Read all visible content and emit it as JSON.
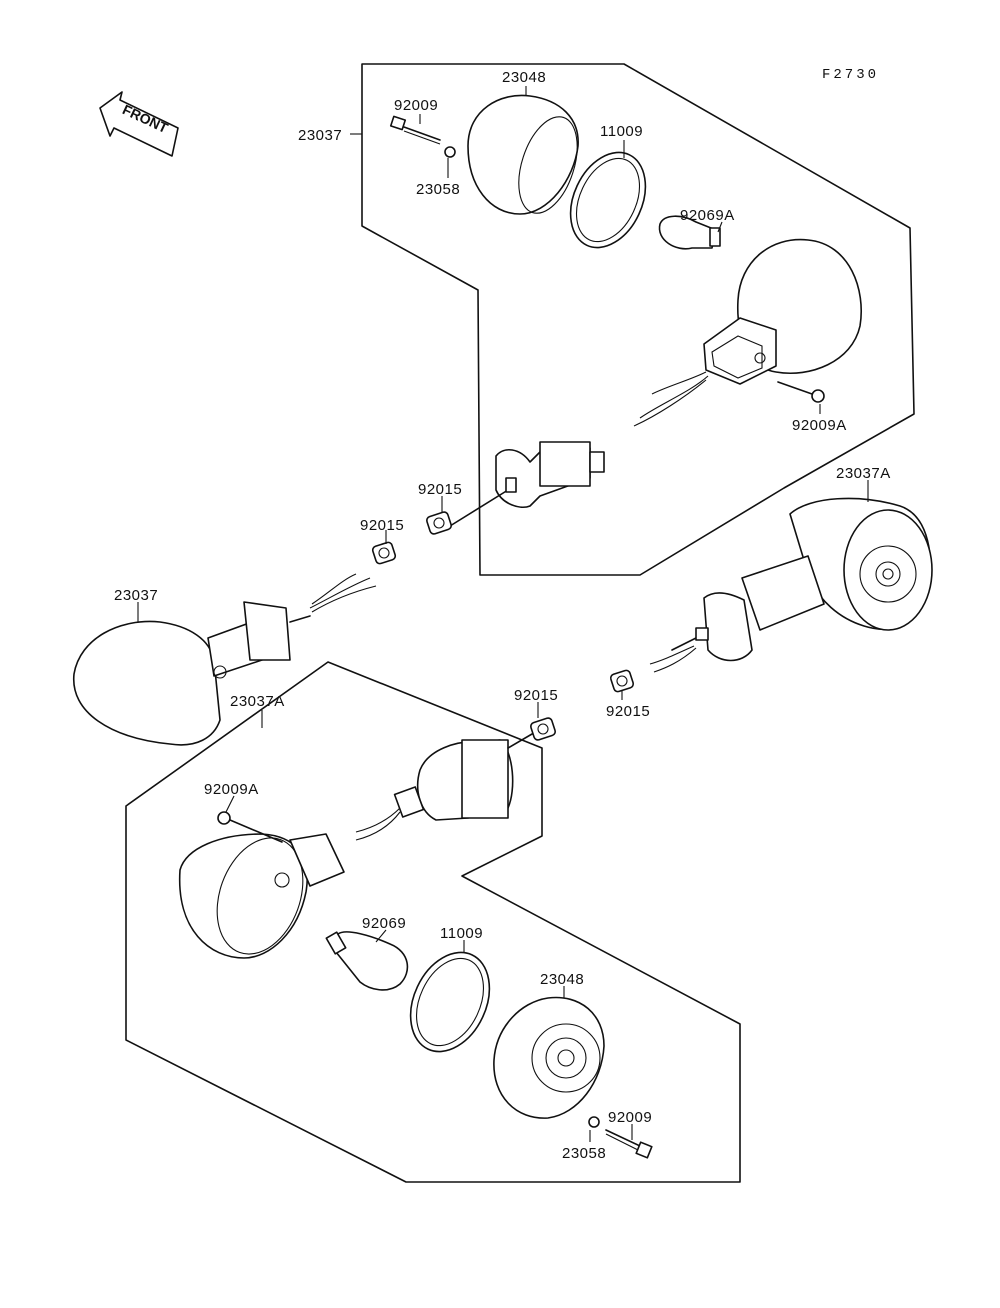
{
  "diagram_code": "F2730",
  "front_label": "FRONT",
  "labels": {
    "l23037_top": "23037",
    "l92009_top": "92009",
    "l23048_top": "23048",
    "l23058_top": "23058",
    "l11009_top": "11009",
    "l92069a_top": "92069A",
    "l92009a_right": "92009A",
    "l92015_center": "92015",
    "l92015_left": "92015",
    "l23037a_right": "23037A",
    "l23037_left": "23037",
    "l92015_right": "92015",
    "l23037a_bottom": "23037A",
    "l92015_bottom": "92015",
    "l92009a_bottom": "92009A",
    "l92069_bottom": "92069",
    "l11009_bottom": "11009",
    "l23048_bottom": "23048",
    "l92009_bottom": "92009",
    "l23058_bottom": "23058"
  }
}
